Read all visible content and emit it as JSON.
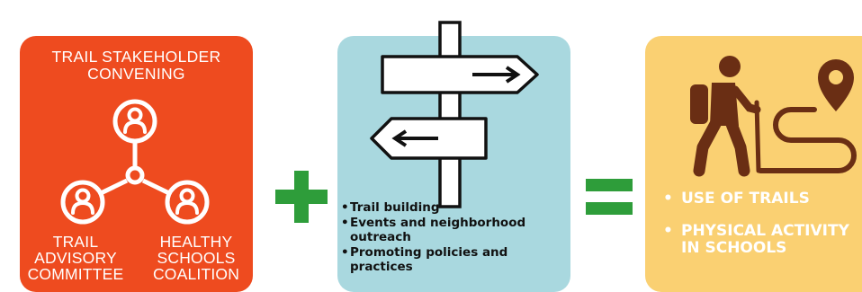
{
  "colors": {
    "red_panel": "#ee4b1f",
    "blue_panel": "#a9d8df",
    "yellow_panel": "#fad072",
    "operator_green": "#2e9d3a",
    "hiker_brown": "#6a2e14",
    "white": "#ffffff"
  },
  "red_panel": {
    "title_line1": "TRAIL STAKEHOLDER",
    "title_line2": "CONVENING",
    "icon": "person-network-icon",
    "left_label_line1": "TRAIL",
    "left_label_line2": "ADVISORY",
    "left_label_line3": "COMMITTEE",
    "right_label_line1": "HEALTHY",
    "right_label_line2": "SCHOOLS",
    "right_label_line3": "COALITION"
  },
  "operators": {
    "plus": "plus-icon",
    "equals": "equals-icon"
  },
  "blue_panel": {
    "icon": "signpost-icon",
    "bullet": "•",
    "items": [
      "Trail building",
      "Events and neighborhood outreach",
      "Promoting policies and practices"
    ]
  },
  "yellow_panel": {
    "icon": "hiker-trail-map-pin-icon",
    "bullet": "•",
    "item1": "USE OF TRAILS",
    "item2_line1": "PHYSICAL ACTIVITY",
    "item2_line2": "IN SCHOOLS"
  }
}
